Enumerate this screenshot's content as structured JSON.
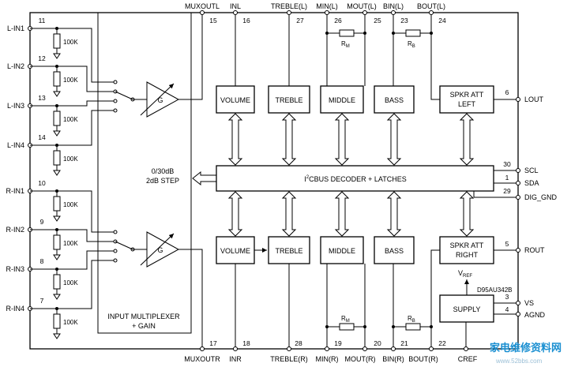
{
  "top_pins": [
    {
      "name": "MUXOUTL",
      "num": "15"
    },
    {
      "name": "INL",
      "num": "16"
    },
    {
      "name": "TREBLE(L)",
      "num": "27"
    },
    {
      "name": "MIN(L)",
      "num": "26"
    },
    {
      "name": "MOUT(L)",
      "num": "25"
    },
    {
      "name": "BIN(L)",
      "num": "23"
    },
    {
      "name": "BOUT(L)",
      "num": "24"
    }
  ],
  "bottom_pins": [
    {
      "name": "MUXOUTR",
      "num": "17"
    },
    {
      "name": "INR",
      "num": "18"
    },
    {
      "name": "TREBLE(R)",
      "num": "28"
    },
    {
      "name": "MIN(R)",
      "num": "19"
    },
    {
      "name": "MOUT(R)",
      "num": "20"
    },
    {
      "name": "BIN(R)",
      "num": "21"
    },
    {
      "name": "BOUT(R)",
      "num": "22"
    },
    {
      "name": "CREF",
      "num": ""
    }
  ],
  "left_inputs": [
    {
      "name": "L-IN1",
      "num": "11"
    },
    {
      "name": "L-IN2",
      "num": "12"
    },
    {
      "name": "L-IN3",
      "num": "13"
    },
    {
      "name": "L-IN4",
      "num": "14"
    },
    {
      "name": "R-IN1",
      "num": "10"
    },
    {
      "name": "R-IN2",
      "num": "9"
    },
    {
      "name": "R-IN3",
      "num": "8"
    },
    {
      "name": "R-IN4",
      "num": "7"
    }
  ],
  "resistor_label": "100K",
  "right_pins": [
    {
      "name": "LOUT",
      "num": "6"
    },
    {
      "name": "SCL",
      "num": "30"
    },
    {
      "name": "SDA",
      "num": "1"
    },
    {
      "name": "DIG_GND",
      "num": "29"
    },
    {
      "name": "ROUT",
      "num": "5"
    },
    {
      "name": "VS",
      "num": "3"
    },
    {
      "name": "AGND",
      "num": "4"
    }
  ],
  "blocks": {
    "volume": "VOLUME",
    "treble": "TREBLE",
    "middle": "MIDDLE",
    "bass": "BASS",
    "spkr_left_1": "SPKR ATT",
    "spkr_left_2": "LEFT",
    "spkr_right_1": "SPKR ATT",
    "spkr_right_2": "RIGHT",
    "supply": "SUPPLY",
    "gain": "G",
    "bus_i": "I",
    "bus_sup": "2",
    "bus_rest": "CBUS DECODER + LATCHES",
    "step_1": "0/30dB",
    "step_2": "2dB STEP",
    "mux_1": "INPUT MULTIPLEXER",
    "mux_2": "+ GAIN",
    "vref": "V",
    "vref_sub": "REF",
    "rm": "R",
    "rm_sub": "M",
    "rb": "R",
    "rb_sub": "B"
  },
  "figure_code": "D95AU342B",
  "watermark": "家电维修资料网",
  "watermark_url": "www.52bbs.com"
}
